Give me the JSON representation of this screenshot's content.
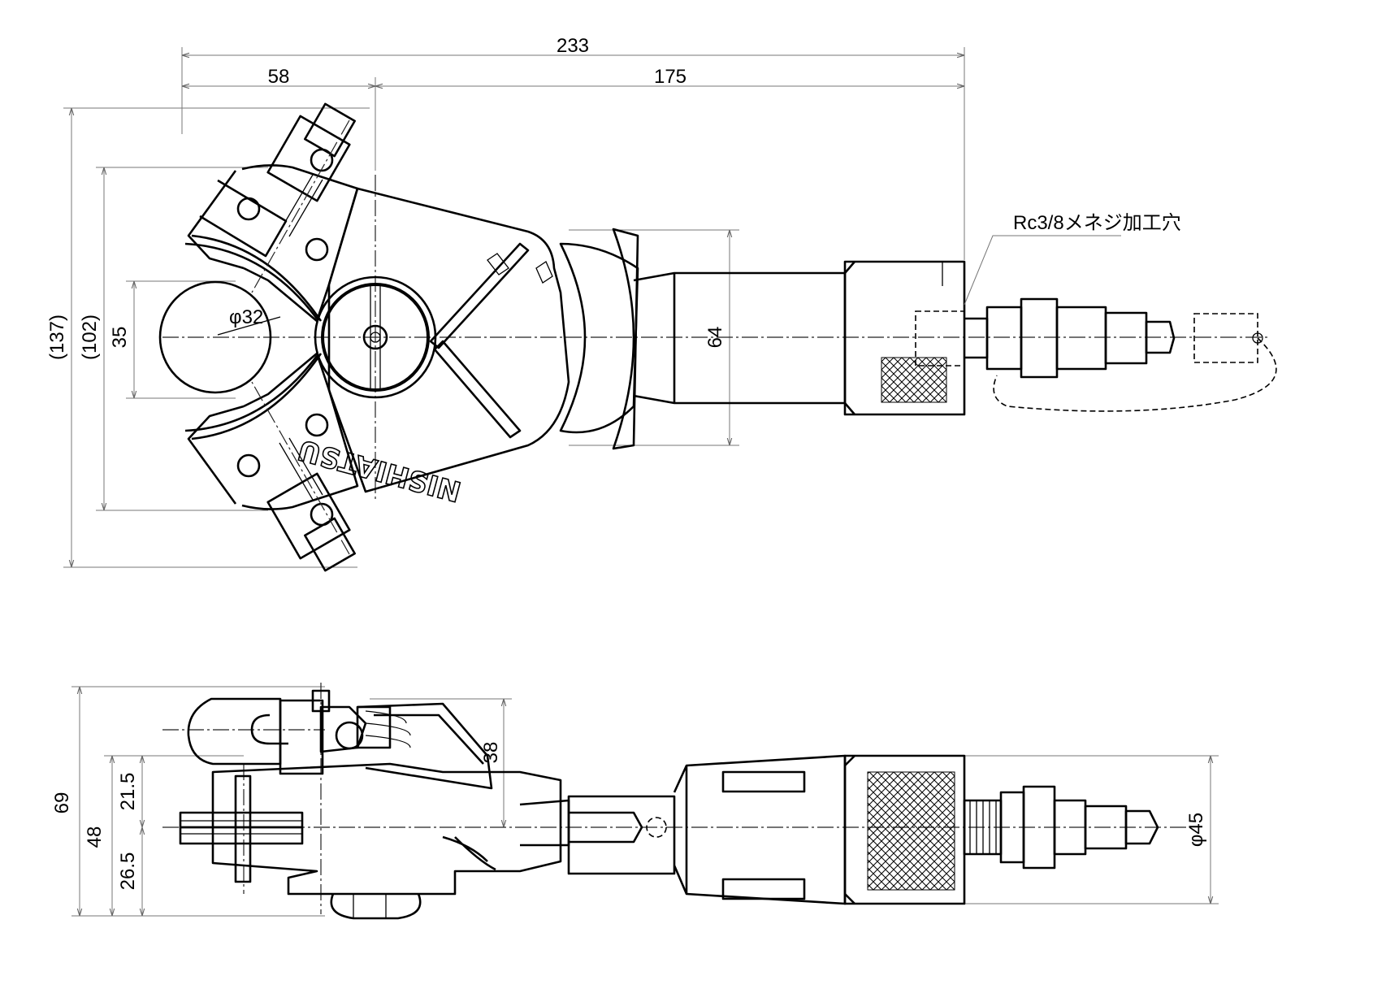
{
  "top_view": {
    "dims": {
      "overall_length": "233",
      "head_length": "58",
      "body_length": "175",
      "overall_height": "(137)",
      "inner_height": "(102)",
      "jaw_span": "35",
      "bore_diameter": "φ32",
      "body_height": "64"
    },
    "callout": "Rc3/8メネジ加工穴",
    "brand": "NISHIATSU"
  },
  "side_view": {
    "dims": {
      "height": "69",
      "lower_height": "48",
      "upper_half": "21.5",
      "lower_half": "26.5",
      "head_height": "38",
      "grip_diameter": "φ45"
    }
  }
}
